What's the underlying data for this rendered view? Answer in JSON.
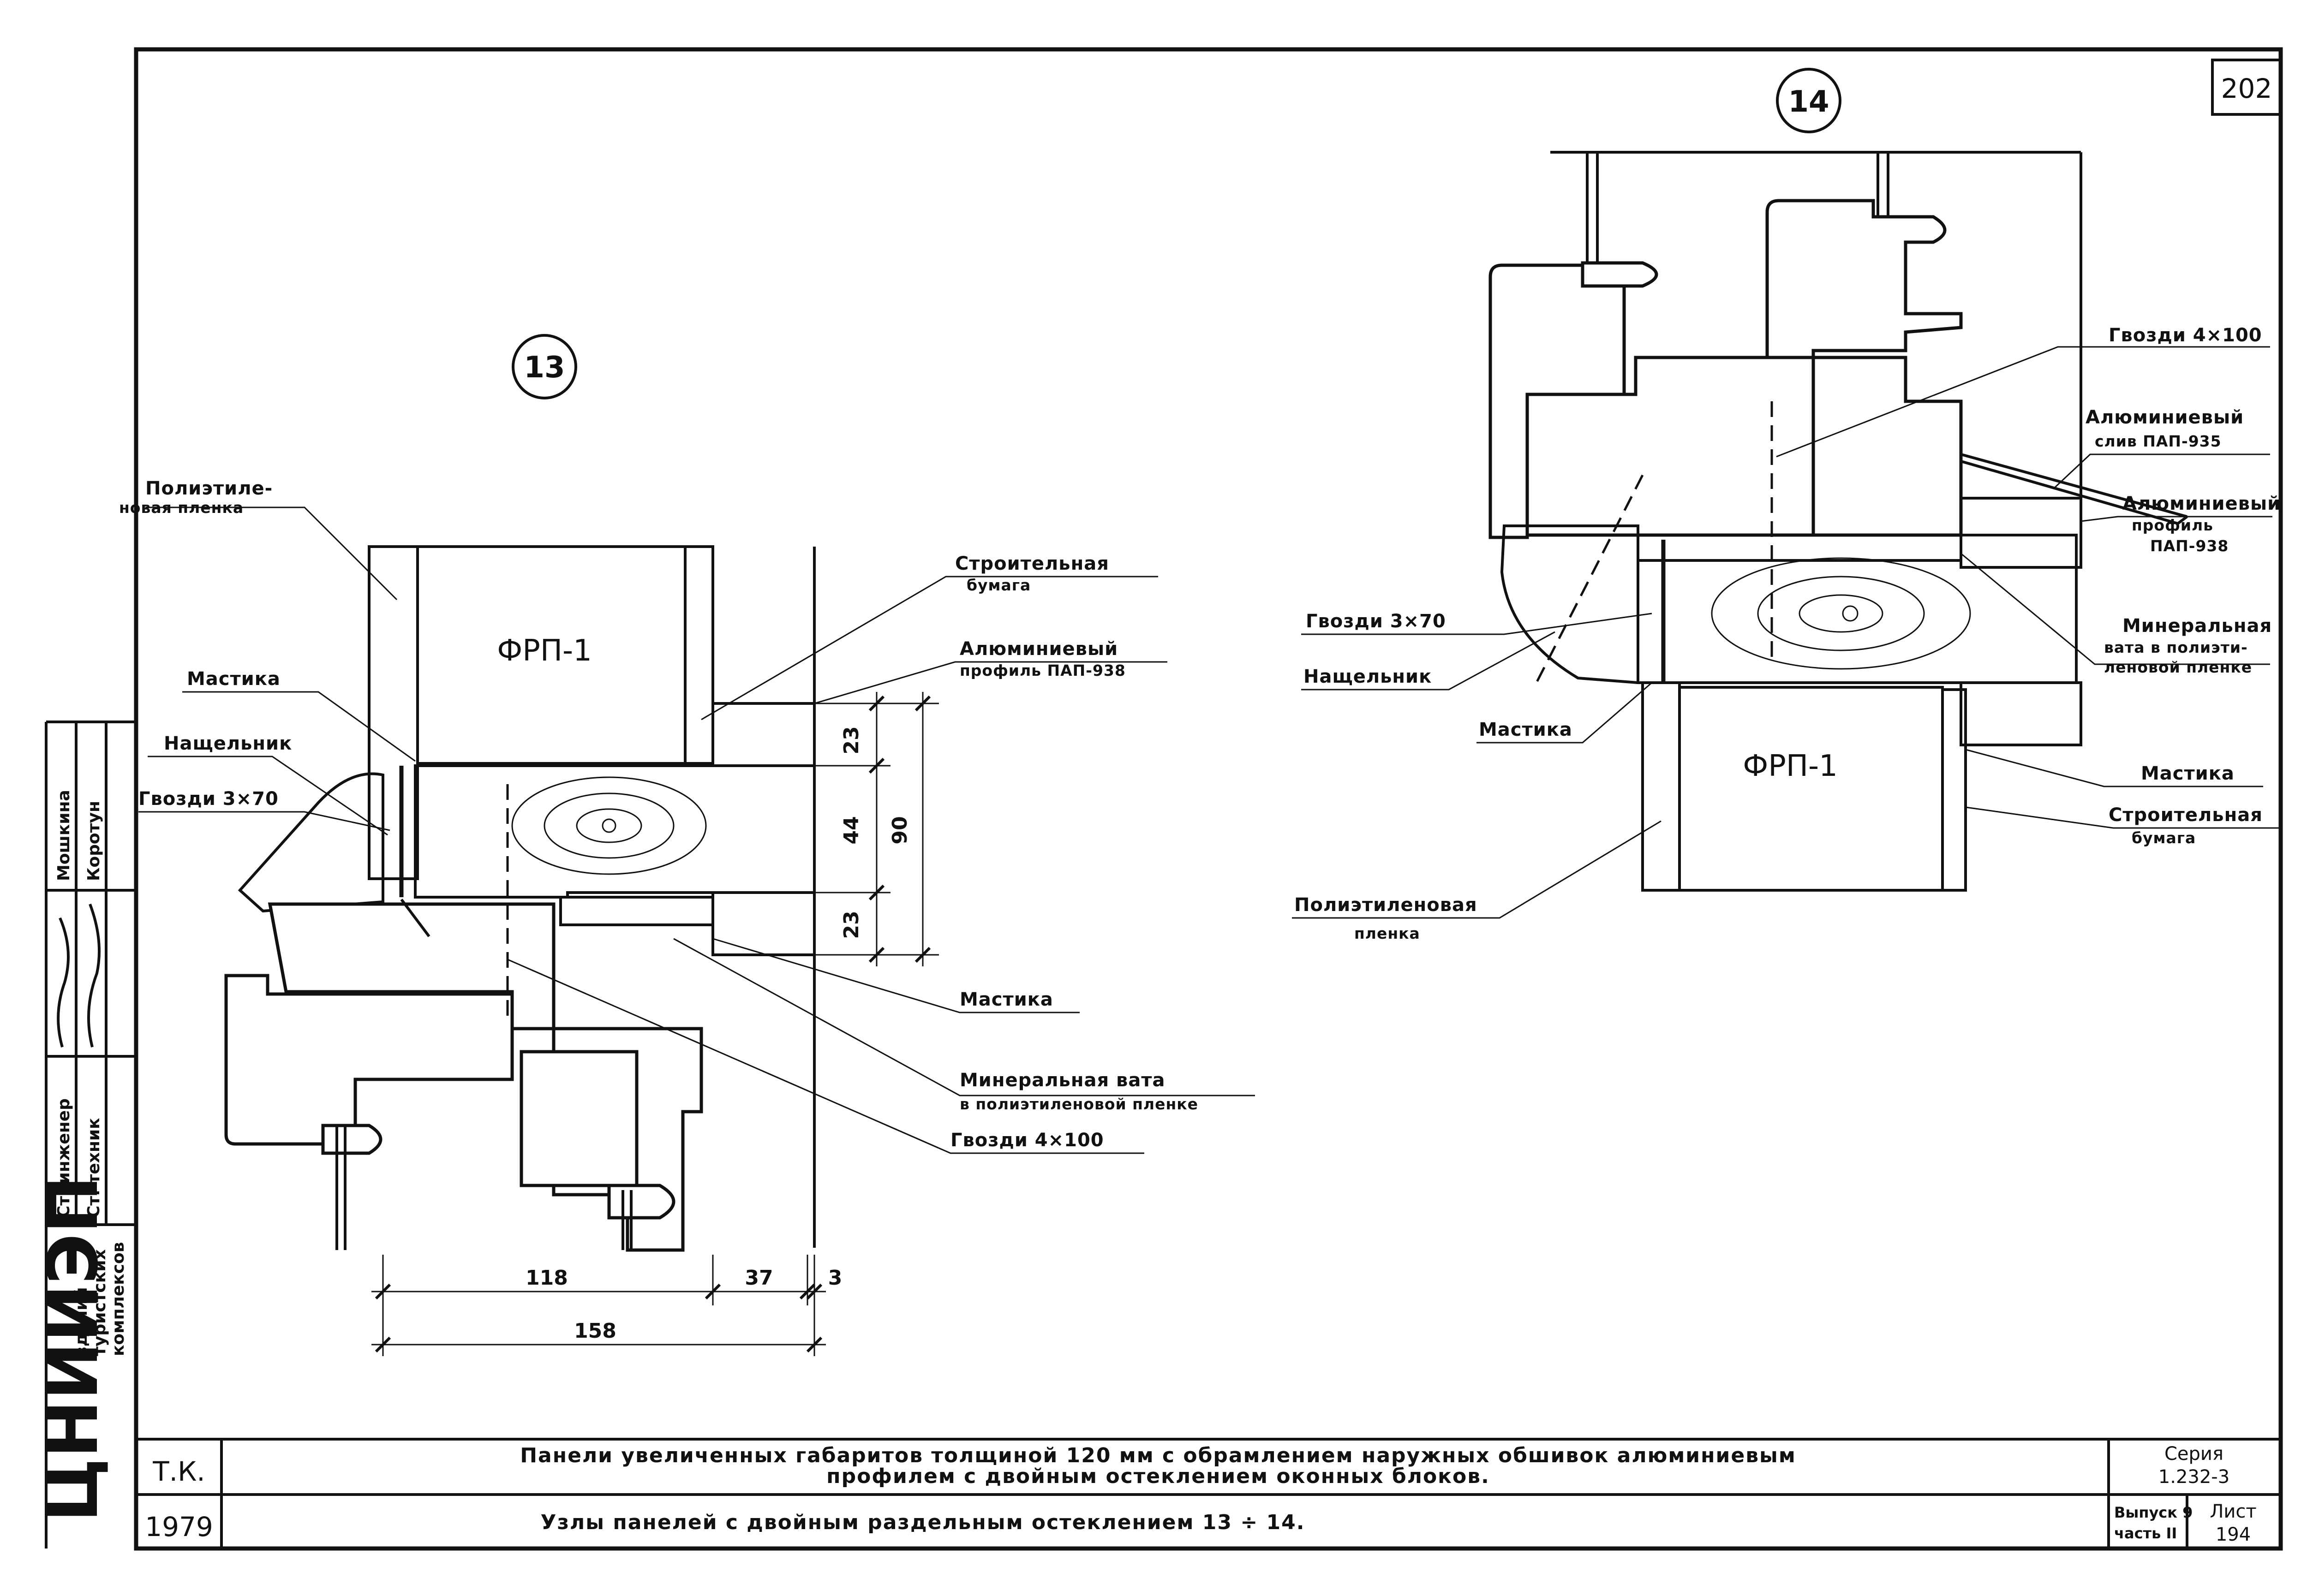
{
  "sheet_number": "202",
  "detail_13": {
    "marker": "13",
    "panel_label": "ФРП-1",
    "labels": {
      "polyethylene_film_1": "Полиэтиле-",
      "polyethylene_film_2": "новая пленка",
      "mastic_top": "Мастика",
      "batten": "Нащельник",
      "nails_3x70": "Гвозди 3×70",
      "building_paper_1": "Строительная",
      "building_paper_2": "бумага",
      "aluminum_profile_1": "Алюминиевый",
      "aluminum_profile_2": "профиль ПАП-938",
      "mastic_bottom": "Мастика",
      "mineral_wool_1": "Минеральная вата",
      "mineral_wool_2": "в полиэтиленовой пленке",
      "nails_4x100": "Гвозди 4×100"
    },
    "dimensions": {
      "v1": "23",
      "v2": "44",
      "v3": "23",
      "vtotal": "90",
      "h1": "118",
      "h2": "37",
      "h3": "3",
      "htotal": "158"
    }
  },
  "detail_14": {
    "marker": "14",
    "panel_label": "ФРП-1",
    "labels": {
      "nails_4x100": "Гвозди 4×100",
      "drip_1": "Алюминиевый",
      "drip_2": "слив ПАП-935",
      "profile_1": "Алюминиевый",
      "profile_2": "профиль",
      "profile_3": "ПАП-938",
      "nails_3x70": "Гвозди 3×70",
      "batten": "Нащельник",
      "mineral_1": "Минеральная",
      "mineral_2": "вата в полиэти-",
      "mineral_3": "леновой пленке",
      "mastic_left": "Мастика",
      "mastic_right": "Мастика",
      "paper_1": "Строительная",
      "paper_2": "бумага",
      "film_1": "Полиэтиленовая",
      "film_2": "пленка"
    }
  },
  "title_block": {
    "tk": "Т.К.",
    "year": "1979",
    "title_line1": "Панели увеличенных габаритов толщиной 120 мм с обрамлением наружных обшивок алюминиевым",
    "title_line2": "профилем с двойным остеклением оконных блоков.",
    "subtitle": "Узлы панелей с двойным раздельным остеклением 13 ÷ 14.",
    "series_label": "Серия",
    "series_value": "1.232-3",
    "issue": "Выпуск 9",
    "part": "часть II",
    "sheet_label": "Лист",
    "sheet_value": "194"
  },
  "side_stamp": {
    "org": "ЦНИИЭП",
    "dept_1": "зданий",
    "dept_2": "туристских",
    "dept_3": "комплексов",
    "role_1": "Ст. инженер",
    "role_2": "Ст. техник",
    "name_1": "Мошкина",
    "name_2": "Коротун"
  }
}
